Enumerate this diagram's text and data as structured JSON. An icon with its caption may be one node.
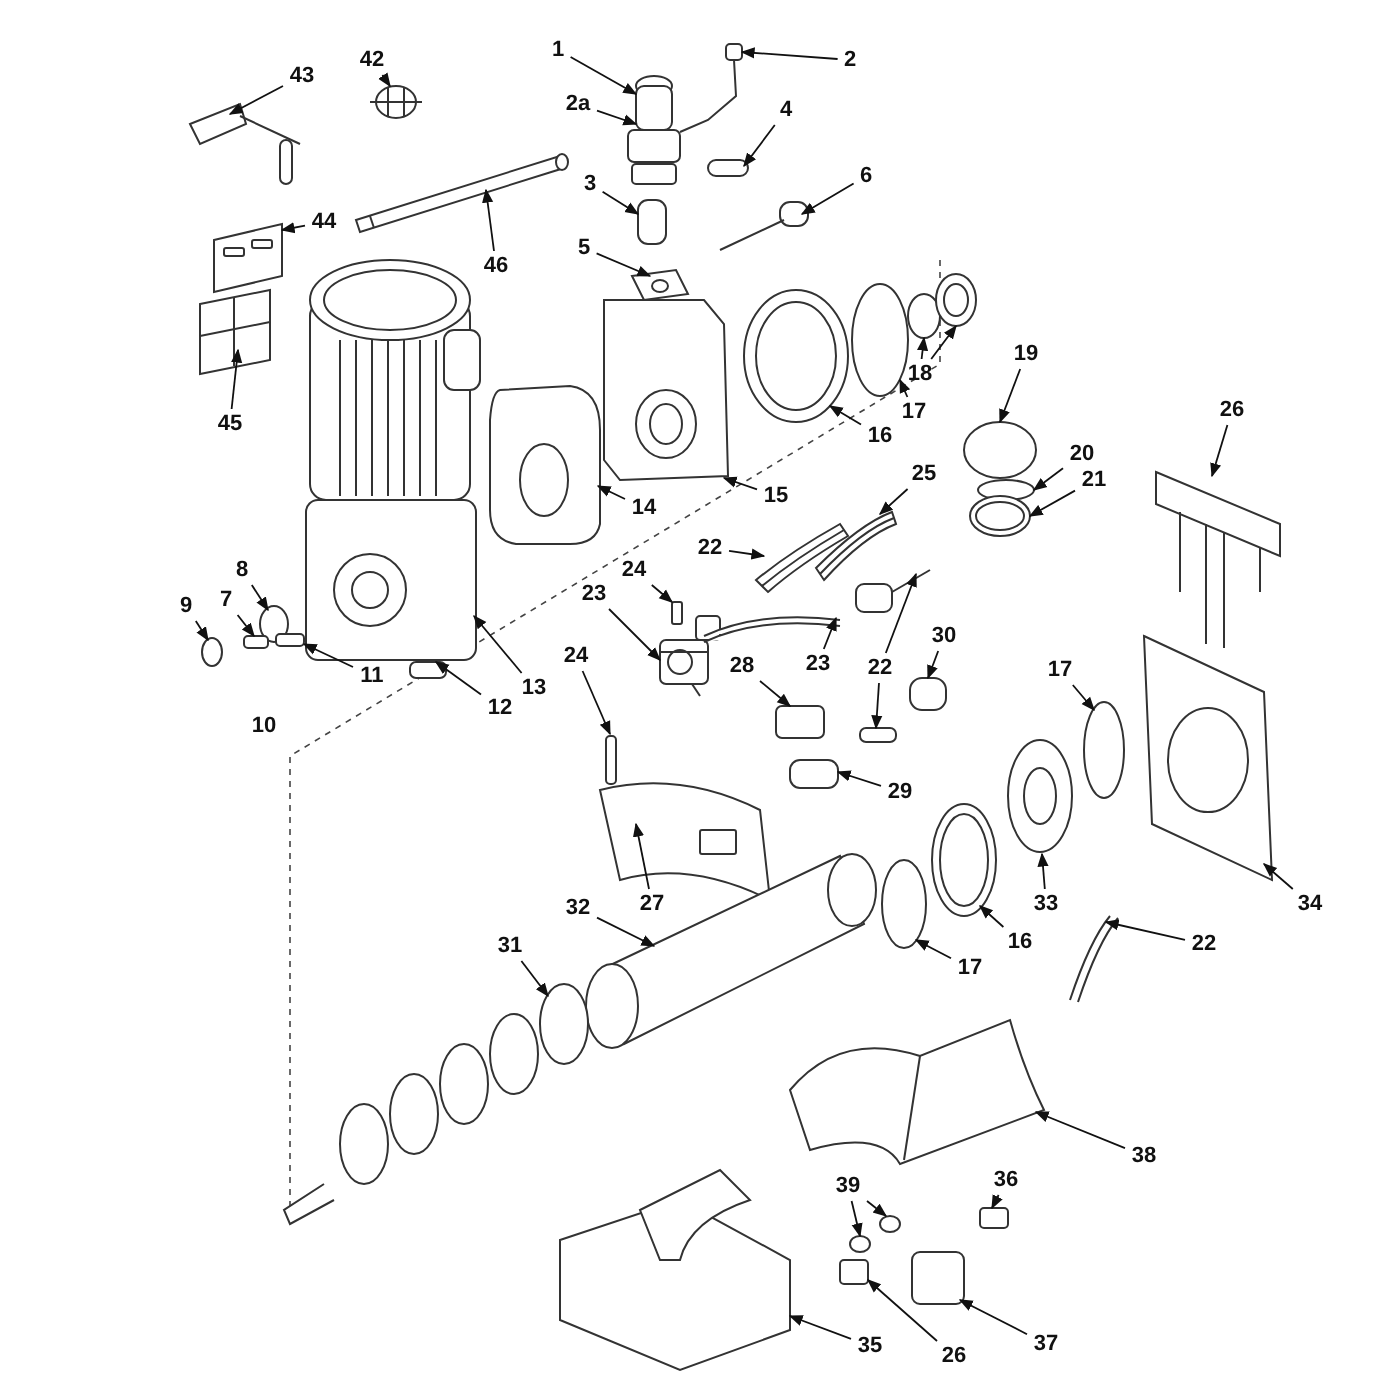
{
  "diagram": {
    "nodes": [
      {
        "text": [
          "1"
        ]
      },
      {
        "text": [
          "2"
        ]
      },
      {
        "text": [
          "2a"
        ]
      },
      {
        "text": [
          "3"
        ]
      },
      {
        "text": [
          "4"
        ]
      },
      {
        "text": [
          "5"
        ]
      },
      {
        "text": [
          "6"
        ]
      },
      {
        "text": [
          "43"
        ]
      },
      {
        "text": [
          "42"
        ]
      },
      {
        "text": [
          "44"
        ]
      },
      {
        "text": [
          "45"
        ]
      },
      {
        "text": [
          "46"
        ]
      },
      {
        "text": [
          "14"
        ]
      },
      {
        "text": [
          "15"
        ]
      },
      {
        "text": [
          "16"
        ]
      },
      {
        "text": [
          "17"
        ]
      },
      {
        "text": [
          "18"
        ]
      },
      {
        "text": [
          "19"
        ]
      },
      {
        "text": [
          "20"
        ]
      },
      {
        "text": [
          "21"
        ]
      },
      {
        "text": [
          "26"
        ]
      },
      {
        "text": [
          "25"
        ]
      },
      {
        "text": [
          "22"
        ]
      },
      {
        "text": [
          "24"
        ]
      },
      {
        "text": [
          "23"
        ]
      },
      {
        "text": [
          "23"
        ]
      },
      {
        "text": [
          "22"
        ]
      },
      {
        "text": [
          "30"
        ]
      },
      {
        "text": [
          "28"
        ]
      },
      {
        "text": [
          "9"
        ]
      },
      {
        "text": [
          "8"
        ]
      },
      {
        "text": [
          "7"
        ]
      },
      {
        "text": [
          "11"
        ]
      },
      {
        "text": [
          "13"
        ]
      },
      {
        "text": [
          "12"
        ]
      },
      {
        "text": [
          "24"
        ]
      },
      {
        "text": [
          "29"
        ]
      },
      {
        "text": [
          "17"
        ]
      },
      {
        "text": [
          "27"
        ]
      },
      {
        "text": [
          "33"
        ]
      },
      {
        "text": [
          "34"
        ]
      },
      {
        "text": [
          "16"
        ]
      },
      {
        "text": [
          "17"
        ]
      },
      {
        "text": [
          "22"
        ]
      },
      {
        "text": [
          "32"
        ]
      },
      {
        "text": [
          "31"
        ]
      },
      {
        "text": [
          "38"
        ]
      },
      {
        "text": [
          "39"
        ]
      },
      {
        "text": [
          "36"
        ]
      },
      {
        "text": [
          "37"
        ]
      },
      {
        "text": [
          "35"
        ]
      },
      {
        "text": [
          "26"
        ]
      },
      {
        "text": [],
        "shape": "picture"
      },
      {
        "text": [],
        "shape": "picture"
      },
      {
        "text": [],
        "shape": "box"
      },
      {
        "text": [],
        "shape": "box"
      },
      {
        "text": [],
        "shape": "picture"
      },
      {
        "text": [],
        "shape": "picture"
      },
      {
        "text": [],
        "shape": "picture"
      },
      {
        "text": [],
        "shape": "picture"
      },
      {
        "text": [],
        "shape": "picture"
      },
      {
        "text": [],
        "shape": "picture"
      },
      {
        "text": [],
        "shape": "picture"
      },
      {
        "text": [],
        "shape": "picture"
      },
      {
        "text": [],
        "shape": "picture"
      },
      {
        "text": [],
        "shape": "picture"
      },
      {
        "text": [],
        "shape": "circle"
      },
      {
        "text": [],
        "shape": "circle"
      },
      {
        "text": [],
        "shape": "picture"
      },
      {
        "text": [],
        "shape": "circle"
      },
      {
        "text": [],
        "shape": "circle"
      },
      {
        "text": [],
        "shape": "picture"
      },
      {
        "text": [],
        "shape": "picture"
      },
      {
        "text": [],
        "shape": "picture"
      },
      {
        "text": [],
        "shape": "picture"
      },
      {
        "text": [],
        "shape": "box"
      },
      {
        "text": [],
        "shape": "picture"
      },
      {
        "text": [],
        "shape": "picture"
      },
      {
        "text": [],
        "shape": "picture"
      },
      {
        "text": [],
        "shape": "box"
      },
      {
        "text": [],
        "shape": "box"
      },
      {
        "text": [],
        "shape": "box"
      },
      {
        "text": [],
        "shape": "circle"
      },
      {
        "text": [],
        "shape": "circle"
      },
      {
        "text": [],
        "shape": "box"
      },
      {
        "text": [],
        "shape": "box"
      },
      {
        "text": [],
        "shape": "picture"
      },
      {
        "text": [],
        "shape": "box"
      },
      {
        "text": [],
        "shape": "box"
      },
      {
        "text": [],
        "shape": "box"
      },
      {
        "text": [],
        "shape": "circle"
      },
      {
        "text": [],
        "shape": "picture"
      },
      {
        "text": [],
        "shape": "picture"
      },
      {
        "text": [],
        "shape": "picture"
      },
      {
        "text": [],
        "shape": "picture"
      },
      {
        "text": [],
        "shape": "circle"
      },
      {
        "text": [],
        "shape": "picture"
      },
      {
        "text": [],
        "shape": "picture"
      },
      {
        "text": [],
        "shape": "picture"
      },
      {
        "text": [],
        "shape": "picture"
      },
      {
        "text": [],
        "shape": "circle"
      },
      {
        "text": [],
        "shape": "circle"
      },
      {
        "text": [],
        "shape": "box"
      },
      {
        "text": [],
        "shape": "box"
      },
      {
        "text": [],
        "shape": "picture"
      },
      {
        "text": [],
        "shape": "box"
      }
    ],
    "edges": [
      {
        "from": 0,
        "to": 52,
        "arrow": "to"
      },
      {
        "from": 1,
        "to": 53,
        "arrow": "to"
      },
      {
        "from": 2,
        "to": 52,
        "arrow": "to"
      },
      {
        "from": 3,
        "to": 54,
        "arrow": "to"
      },
      {
        "from": 4,
        "to": 55,
        "arrow": "to"
      },
      {
        "from": 5,
        "to": 56,
        "arrow": "to"
      },
      {
        "from": 6,
        "to": 57,
        "arrow": "to"
      },
      {
        "from": 7,
        "to": 58,
        "arrow": "to"
      },
      {
        "from": 8,
        "to": 59,
        "arrow": "to"
      },
      {
        "from": 9,
        "to": 60,
        "arrow": "to"
      },
      {
        "from": 10,
        "to": 61,
        "arrow": "to"
      },
      {
        "from": 11,
        "to": 62,
        "arrow": "to"
      },
      {
        "from": 12,
        "to": 63,
        "arrow": "to"
      },
      {
        "from": 13,
        "to": 64,
        "arrow": "to"
      },
      {
        "from": 14,
        "to": 65,
        "arrow": "to"
      },
      {
        "from": 15,
        "to": 66,
        "arrow": "to"
      },
      {
        "from": 16,
        "to": 67,
        "arrow": "to"
      },
      {
        "from": 16,
        "to": 68,
        "arrow": "to"
      },
      {
        "from": 17,
        "to": 69,
        "arrow": "to"
      },
      {
        "from": 18,
        "to": 70,
        "arrow": "to"
      },
      {
        "from": 19,
        "to": 71,
        "arrow": "to"
      },
      {
        "from": 20,
        "to": 72,
        "arrow": "to"
      },
      {
        "from": 21,
        "to": 73,
        "arrow": "to"
      },
      {
        "from": 22,
        "to": 74,
        "arrow": "to"
      },
      {
        "from": 23,
        "to": 75,
        "arrow": "to"
      },
      {
        "from": 24,
        "to": 76,
        "arrow": "to"
      },
      {
        "from": 25,
        "to": 77,
        "arrow": "to"
      },
      {
        "from": 26,
        "to": 78,
        "arrow": "to"
      },
      {
        "from": 26,
        "to": 79,
        "arrow": "to"
      },
      {
        "from": 27,
        "to": 80,
        "arrow": "to"
      },
      {
        "from": 28,
        "to": 81,
        "arrow": "to"
      },
      {
        "from": 29,
        "to": 82,
        "arrow": "to"
      },
      {
        "from": 30,
        "to": 83,
        "arrow": "to"
      },
      {
        "from": 31,
        "to": 84,
        "arrow": "to"
      },
      {
        "from": 32,
        "to": 85,
        "arrow": "to"
      },
      {
        "from": 33,
        "to": 86,
        "arrow": "to"
      },
      {
        "from": 34,
        "to": 87,
        "arrow": "to"
      },
      {
        "from": 35,
        "to": 88,
        "arrow": "to"
      },
      {
        "from": 36,
        "to": 89,
        "arrow": "to"
      },
      {
        "from": 37,
        "to": 90,
        "arrow": "to"
      },
      {
        "from": 38,
        "to": 91,
        "arrow": "to"
      },
      {
        "from": 39,
        "to": 92,
        "arrow": "to"
      },
      {
        "from": 40,
        "to": 93,
        "arrow": "to"
      },
      {
        "from": 41,
        "to": 94,
        "arrow": "to"
      },
      {
        "from": 42,
        "to": 95,
        "arrow": "to"
      },
      {
        "from": 43,
        "to": 96,
        "arrow": "to"
      },
      {
        "from": 44,
        "to": 97,
        "arrow": "to"
      },
      {
        "from": 45,
        "to": 98,
        "arrow": "to"
      },
      {
        "from": 46,
        "to": 99,
        "arrow": "to"
      },
      {
        "from": 47,
        "to": 100,
        "arrow": "to"
      },
      {
        "from": 47,
        "to": 101,
        "arrow": "to"
      },
      {
        "from": 48,
        "to": 102,
        "arrow": "to"
      },
      {
        "from": 49,
        "to": 103,
        "arrow": "to"
      },
      {
        "from": 50,
        "to": 104,
        "arrow": "to"
      },
      {
        "from": 51,
        "to": 105,
        "arrow": "to"
      }
    ],
    "labels": [
      "10"
    ]
  }
}
